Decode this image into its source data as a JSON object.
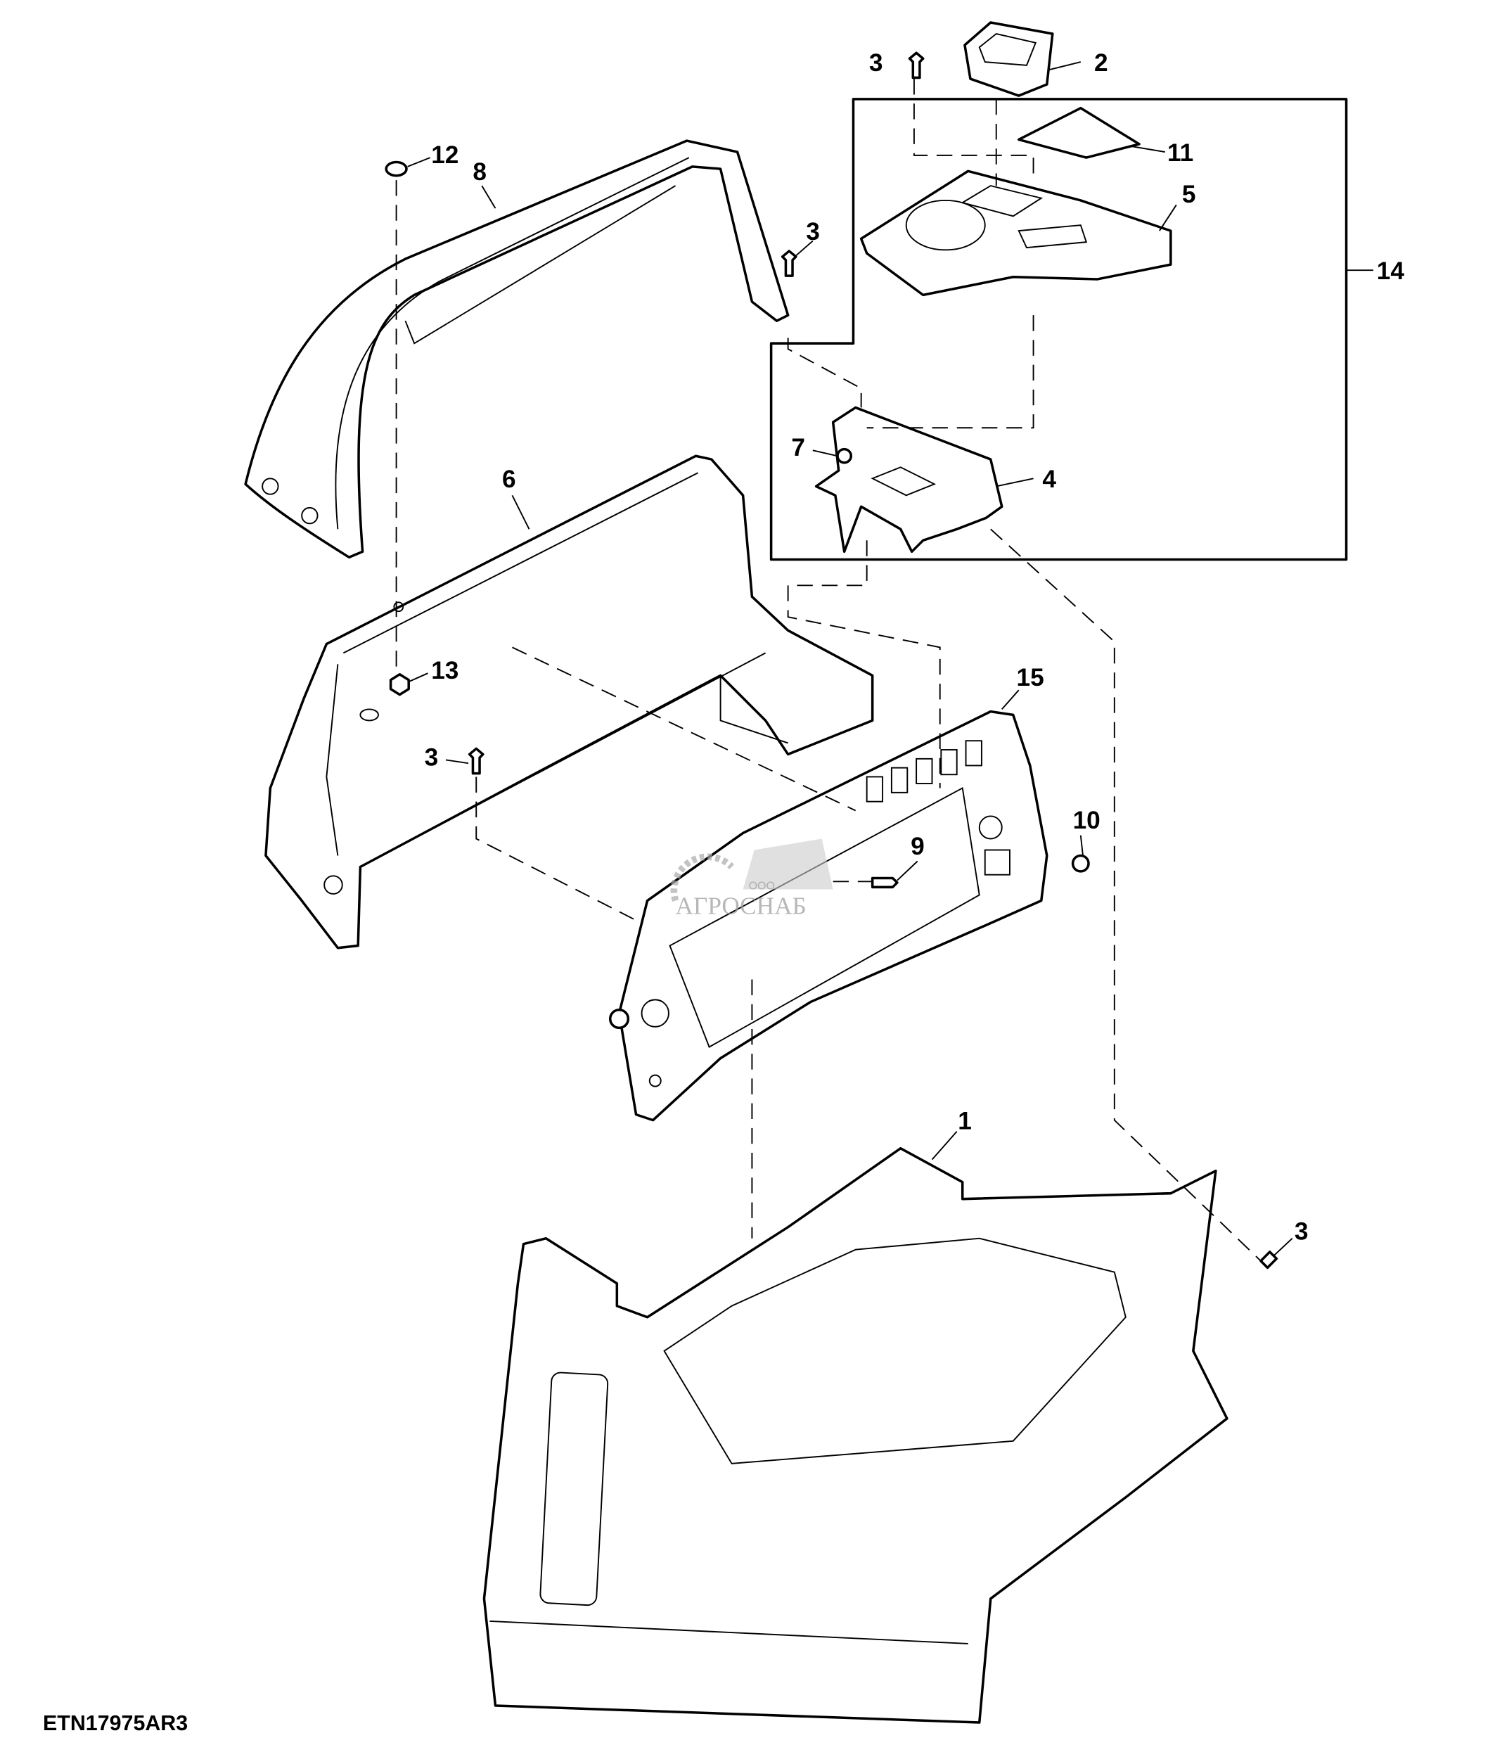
{
  "diagram": {
    "callouts": [
      {
        "id": "c3a",
        "label": "3"
      },
      {
        "id": "c2",
        "label": "2"
      },
      {
        "id": "c11",
        "label": "11"
      },
      {
        "id": "c5",
        "label": "5"
      },
      {
        "id": "c14",
        "label": "14"
      },
      {
        "id": "c12",
        "label": "12"
      },
      {
        "id": "c8",
        "label": "8"
      },
      {
        "id": "c3b",
        "label": "3"
      },
      {
        "id": "c7",
        "label": "7"
      },
      {
        "id": "c4",
        "label": "4"
      },
      {
        "id": "c6",
        "label": "6"
      },
      {
        "id": "c13",
        "label": "13"
      },
      {
        "id": "c15",
        "label": "15"
      },
      {
        "id": "c3c",
        "label": "3"
      },
      {
        "id": "c10",
        "label": "10"
      },
      {
        "id": "c9",
        "label": "9"
      },
      {
        "id": "c1",
        "label": "1"
      },
      {
        "id": "c3d",
        "label": "3"
      }
    ],
    "figure_id": "ETN17975AR3",
    "watermark": {
      "brand": "АГРОСНАБ",
      "prefix": "ООО"
    }
  }
}
